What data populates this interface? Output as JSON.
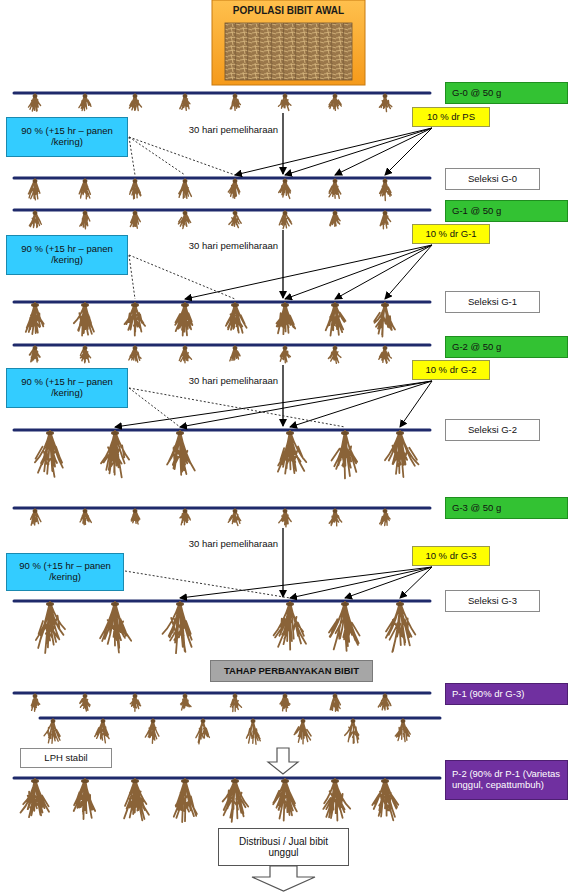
{
  "diagram": {
    "nodes": [
      {
        "text": [
          "POPULASI BIBIT AWAL"
        ]
      },
      {
        "text": [
          "G-0 @ 50 g"
        ]
      },
      {
        "text": [
          "90 % (+15 hr – panen /kering)"
        ]
      },
      {
        "text": [
          "10 % dr PS"
        ]
      },
      {
        "text": [
          "Seleksi G-0"
        ]
      },
      {
        "text": [
          "G-1 @ 50 g"
        ]
      },
      {
        "text": [
          "90 % (+15 hr – panen /kering)"
        ]
      },
      {
        "text": [
          "10 % dr G-1"
        ]
      },
      {
        "text": [
          "Seleksi G-1"
        ]
      },
      {
        "text": [
          "G-2 @ 50 g"
        ]
      },
      {
        "text": [
          "90 % (+15 hr – panen /kering)"
        ]
      },
      {
        "text": [
          "10 % dr G-2"
        ]
      },
      {
        "text": [
          "Seleksi G-2"
        ]
      },
      {
        "text": [
          "G-3 @ 50 g"
        ]
      },
      {
        "text": [
          "90 % (+15 hr – panen /kering)"
        ]
      },
      {
        "text": [
          "10 % dr G-3"
        ]
      },
      {
        "text": [
          "Seleksi G-3"
        ]
      },
      {
        "text": [
          "TAHAP PERBANYAKAN BIBIT"
        ]
      },
      {
        "text": [
          "P-1 (90% dr G-3)"
        ]
      },
      {
        "text": [
          "LPH stabil"
        ]
      },
      {
        "text": [
          "P-2 (90% dr P-1 (Varietas unggul, cepattumbuh)"
        ]
      },
      {
        "text": [
          "Distribusi / Jual bibit unggul"
        ]
      }
    ],
    "labels": [
      "30 hari pemeliharaan",
      "30 hari pemeliharaan",
      "30 hari pemeliharaan",
      "30 hari pemeliharaan"
    ]
  }
}
